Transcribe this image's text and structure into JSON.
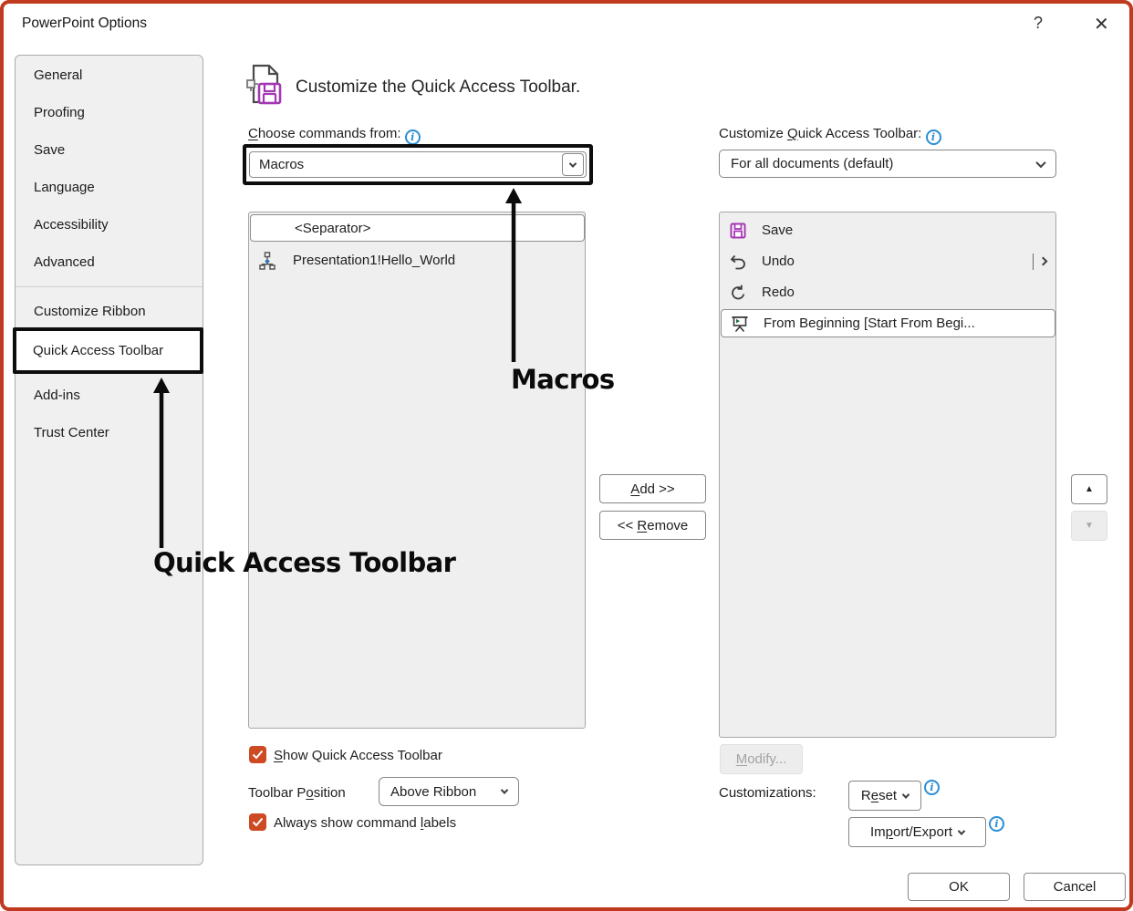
{
  "window": {
    "title": "PowerPoint Options"
  },
  "icons": {
    "help": "?",
    "close": "✕",
    "up": "▲",
    "down": "▼"
  },
  "colors": {
    "window_border": "#bf3a1e",
    "annotation_black": "#0d0d0d",
    "checkbox_accent": "#ce4a23",
    "info_blue": "#2b8fd4",
    "save_purple": "#a437b2",
    "play_green": "#1e7145",
    "diamond_blue": "#2e75b6"
  },
  "sidebar": {
    "items": [
      "General",
      "Proofing",
      "Save",
      "Language",
      "Accessibility",
      "Advanced",
      "Customize Ribbon",
      "Quick Access Toolbar",
      "Add-ins",
      "Trust Center"
    ],
    "selected_item": "Quick Access Toolbar"
  },
  "header": {
    "title": "Customize the Quick Access Toolbar."
  },
  "choose_commands": {
    "key": "C",
    "rest": "hoose commands from:",
    "value": "Macros"
  },
  "commands_list": {
    "items": [
      "<Separator>",
      "Presentation1!Hello_World"
    ]
  },
  "annotations": {
    "macros": "Macros",
    "qat": "Quick Access Toolbar"
  },
  "transfer": {
    "add_key": "A",
    "add_rest": "dd >>",
    "remove_pre": "<< ",
    "remove_key": "R",
    "remove_rest": "emove"
  },
  "customize_qat": {
    "pre": "Customize ",
    "key": "Q",
    "rest": "uick Access Toolbar:",
    "value": "For all documents (default)"
  },
  "qat_list": {
    "items": [
      "Save",
      "Undo",
      "Redo",
      "From Beginning [Start From Begi..."
    ],
    "selected_item": "From Beginning [Start From Begi..."
  },
  "options": {
    "show_qat_key": "S",
    "show_qat_rest": "how Quick Access Toolbar",
    "position_pre": "Toolbar P",
    "position_key": "o",
    "position_rest": "sition",
    "position_value": "Above Ribbon",
    "labels_pre": "Always show command ",
    "labels_key": "l",
    "labels_rest": "abels"
  },
  "right_actions": {
    "modify_key": "M",
    "modify_rest": "odify...",
    "customizations_label": "Customizations:",
    "reset_pre": "R",
    "reset_key": "e",
    "reset_rest": "set",
    "impexp_pre": "Im",
    "impexp_key": "p",
    "impexp_rest": "ort/Export"
  },
  "footer": {
    "ok": "OK",
    "cancel": "Cancel"
  }
}
